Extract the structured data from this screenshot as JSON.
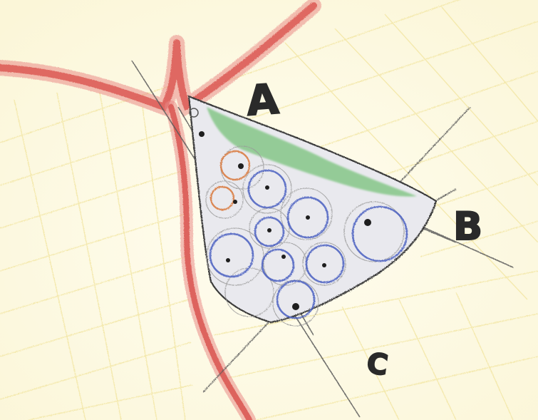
{
  "labels": {
    "a": "A",
    "b": "B",
    "c": "C"
  },
  "colors": {
    "paper": "#ffffff",
    "paper_wash": "#fbf6d8",
    "grid_yellow": "#f3e7a6",
    "river_red": "#d9534f",
    "river_red_light": "#ea8a86",
    "pencil": "#3a3a3a",
    "pencil_light": "#8a8a8a",
    "zone_fill": "#e9e9ee",
    "green_band": "#78c27a",
    "circle_blue": "#4a5fc1",
    "circle_orange": "#d9783a",
    "dot": "#1e1e1e"
  },
  "symbols": [
    "river-line",
    "hatch-grid",
    "triangular-zone",
    "green-edge-band",
    "blue-circle",
    "orange-circle",
    "center-dot"
  ]
}
